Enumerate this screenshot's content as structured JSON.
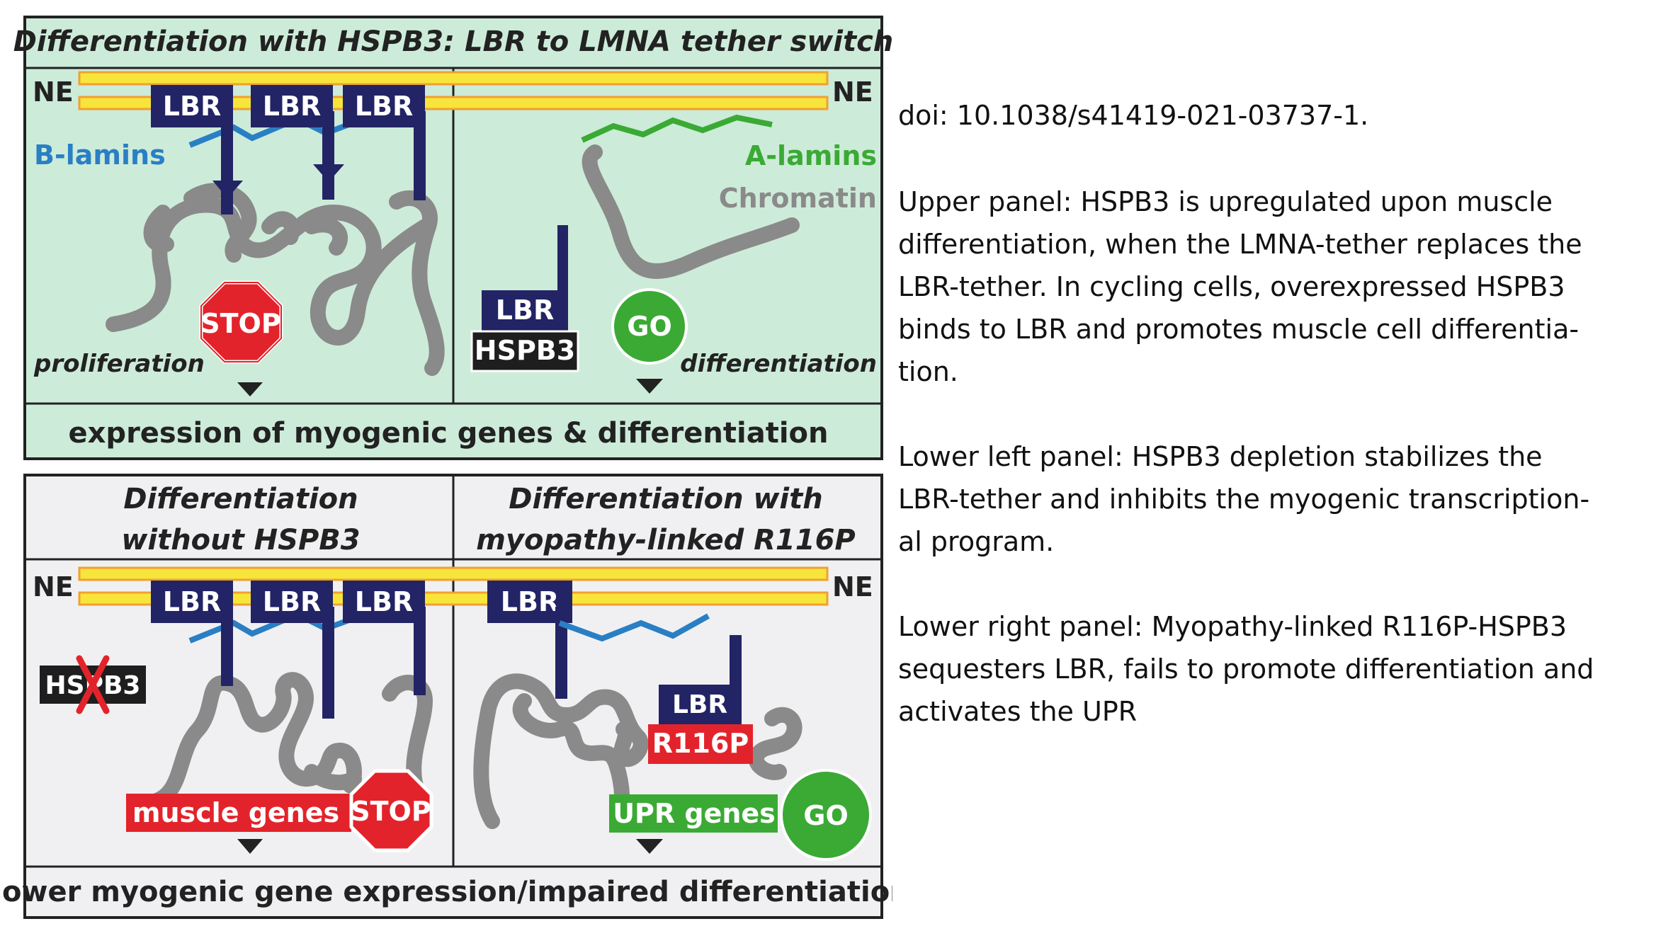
{
  "colors": {
    "upper_bg": "#cdebd9",
    "lower_bg": "#f0f0f2",
    "lbr": "#232465",
    "b_lamins": "#2a7fc4",
    "a_lamins": "#3aaa35",
    "chromatin": "#8a8a8a",
    "membrane": "#f7e53b",
    "membrane_edge": "#f0a030",
    "stop": "#e3232b",
    "go": "#3aaa35",
    "hspb3_box": "#1e1e1e",
    "outline": "#222222"
  },
  "upper": {
    "title": "Differentiation with HSPB3: LBR to LMNA tether switch",
    "left": {
      "ne": "NE",
      "lbr_labels": [
        "LBR",
        "LBR",
        "LBR"
      ],
      "b_lamins": "B-lamins",
      "stop": "STOP",
      "caption": "proliferation"
    },
    "right": {
      "ne": "NE",
      "a_lamins": "A-lamins",
      "chromatin": "Chromatin",
      "lbr": "LBR",
      "hspb3": "HSPB3",
      "go": "GO",
      "caption": "differentiation"
    },
    "footer": "expression of myogenic genes & differentiation"
  },
  "lower": {
    "left": {
      "header_line1": "Differentiation",
      "header_line2": "without HSPB3",
      "ne": "NE",
      "lbr_labels": [
        "LBR",
        "LBR",
        "LBR"
      ],
      "hspb3_crossed": "HSPB3",
      "genes": "muscle genes",
      "stop": "STOP"
    },
    "right": {
      "header_line1": "Differentiation with",
      "header_line2": "myopathy-linked R116P",
      "ne": "NE",
      "lbr": "LBR",
      "lbr2": "LBR",
      "r116p": "R116P",
      "genes": "UPR genes",
      "go": "GO"
    },
    "footer": "lower myogenic gene expression/impaired differentiation"
  },
  "caption": {
    "doi": "doi: 10.1038/s41419-021-03737-1.",
    "upper_lines": [
      "Upper panel: HSPB3 is upregulated upon muscle",
      "differentiation, when the LMNA-tether replaces the",
      "LBR-tether. In cycling cells, overexpressed HSPB3",
      "binds to LBR and promotes muscle cell differentia-",
      "tion."
    ],
    "lower_left_lines": [
      "Lower left panel: HSPB3 depletion stabilizes the",
      "LBR-tether and inhibits the myogenic transcription-",
      "al program."
    ],
    "lower_right_lines": [
      "Lower right panel: Myopathy-linked R116P-HSPB3",
      "sequesters LBR, fails to promote differentiation and",
      "activates the UPR"
    ]
  }
}
